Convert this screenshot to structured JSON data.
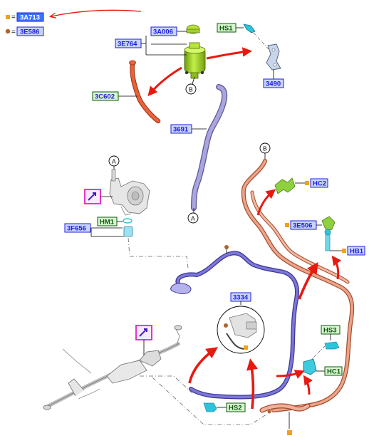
{
  "legend": [
    {
      "symbol": "orange-square",
      "equals": "=",
      "code": "3A713",
      "color": "#f2a216",
      "highlighted": true
    },
    {
      "symbol": "brown-dot",
      "equals": "=",
      "code": "3E586",
      "color": "#b0642a",
      "highlighted": false
    }
  ],
  "callouts": {
    "c3A006": "3A006",
    "c3E764": "3E764",
    "cHS1": "HS1",
    "c3490": "3490",
    "c3C602": "3C602",
    "c3691": "3691",
    "cHM1": "HM1",
    "c3F656": "3F656",
    "c3334": "3334",
    "cHC2": "HC2",
    "c3E506": "3E506",
    "cHB1": "HB1",
    "cHS3": "HS3",
    "cHC1": "HC1",
    "cHS2": "HS2"
  },
  "connectors": {
    "b_reservoir": "B",
    "a_pump_top": "A",
    "a_hose_end": "A",
    "b_return_top": "B"
  },
  "colors": {
    "label_fill": "#c8d4ff",
    "label_blue_text": "#1f1fd6",
    "label_green_fill": "#d8f4d0",
    "label_green_text": "#0a5a0a",
    "arrow_red": "#e8190f",
    "hose_purple": "#8a86c6",
    "hose_copper": "#e49a7c",
    "reservoir_green": "#a6d82a",
    "marker_pink": "#e020c0",
    "hardware_cyan": "#2cc4dc"
  },
  "icons": [
    "reservoir",
    "filler-neck",
    "pump",
    "bracket",
    "steering-gear",
    "clip",
    "bolt",
    "fastener",
    "detail-magnifier",
    "info-marker"
  ]
}
